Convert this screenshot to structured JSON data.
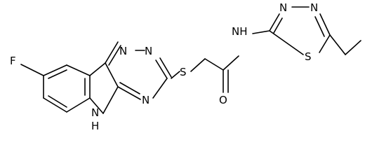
{
  "molecule": {
    "atoms": {
      "fluorine": "F",
      "triazine_n_top_left": "N",
      "triazine_n_top_right": "N",
      "triazine_n_bottom": "N",
      "sulfur_thioether": "S",
      "oxygen_carbonyl": "O",
      "amide_nh": "NH",
      "thiadiazole_n_left": "N",
      "thiadiazole_n_right": "N",
      "thiadiazole_s": "S",
      "indole_nh": "H",
      "indole_n": "N"
    }
  },
  "colors": {
    "bond": "#000000",
    "label": "#000000",
    "background": "#ffffff"
  }
}
